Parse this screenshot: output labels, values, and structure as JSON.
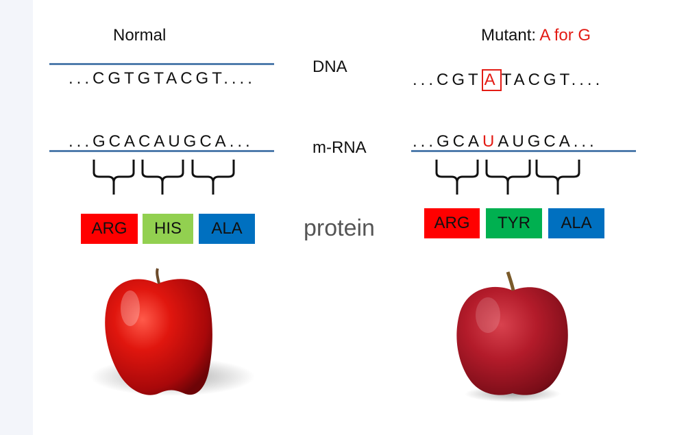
{
  "normal": {
    "title": "Normal",
    "dna": "...CGTGTACGT....",
    "mrna": "...GCACAUGCA...",
    "proteins": [
      {
        "label": "ARG",
        "color": "#ff0000"
      },
      {
        "label": "HIS",
        "color": "#92d050"
      },
      {
        "label": "ALA",
        "color": "#0070c0"
      }
    ]
  },
  "mutant": {
    "title_prefix": "Mutant: ",
    "title_highlight": "A for G",
    "dna_before": "...CGT",
    "dna_mutated": "A",
    "dna_after": "TACGT....",
    "mrna_before": "...GCA",
    "mrna_mutated": "U",
    "mrna_after": "AUGCA...",
    "proteins": [
      {
        "label": "ARG",
        "color": "#ff0000"
      },
      {
        "label": "TYR",
        "color": "#00b050"
      },
      {
        "label": "ALA",
        "color": "#0070c0"
      }
    ]
  },
  "labels": {
    "dna": "DNA",
    "mrna": "m-RNA",
    "protein": "protein"
  },
  "colors": {
    "highlight": "#e31b14",
    "rule": "#4f7cac",
    "bracket": "#111111"
  }
}
